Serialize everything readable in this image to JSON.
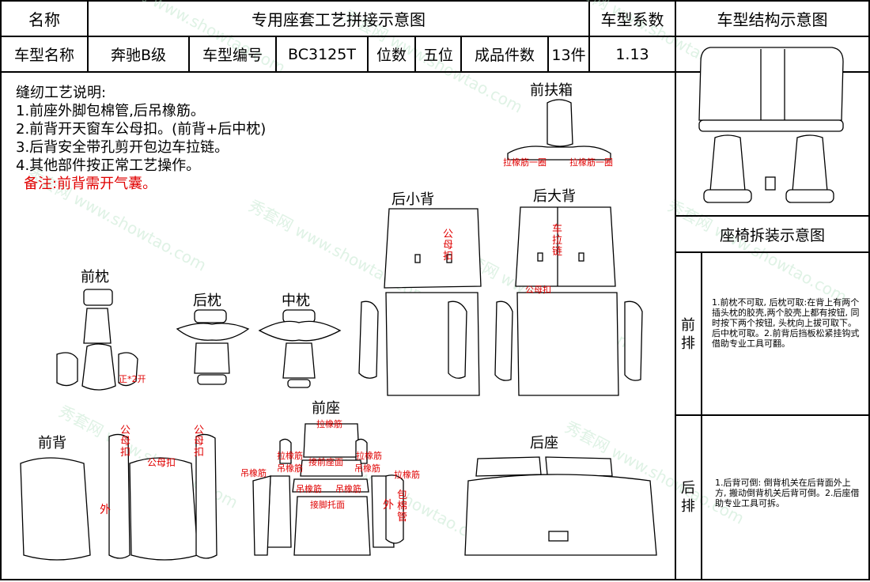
{
  "header": {
    "name_label": "名称",
    "title": "专用座套工艺拼接示意图",
    "coef_label": "车型系数",
    "struct_label": "车型结构示意图"
  },
  "info": {
    "model_name_label": "车型名称",
    "model_name": "奔驰B级",
    "model_no_label": "车型编号",
    "model_no": "BC3125T",
    "seats_label": "位数",
    "seats": "五位",
    "pieces_label": "成品件数",
    "pieces": "13件",
    "coef": "1.13"
  },
  "notes": {
    "title": "缝纫工艺说明:",
    "items": [
      "1.前座外脚包棉管,后吊橡筋。",
      "2.前背开天窗车公母扣。(前背+后中枕)",
      "3.后背安全带孔剪开包边车拉链。",
      "4.其他部件按正常工艺操作。"
    ],
    "remark": "备注:前背需开气囊。"
  },
  "parts": {
    "front_armrest": "前扶箱",
    "rear_small_back": "后小背",
    "rear_big_back": "后大背",
    "front_headrest": "前枕",
    "rear_headrest": "后枕",
    "mid_headrest": "中枕",
    "front_seat": "前座",
    "front_back": "前背",
    "rear_seat": "后座"
  },
  "annotations": {
    "elastic_loop": "拉橡筋一圈",
    "snap": "公母扣",
    "zipper": "车拉链",
    "front_x2": "正*2开",
    "elastic": "拉橡筋",
    "hang_elastic": "吊橡筋",
    "front_seat_face": "接前座面",
    "foot_support": "接脚托面",
    "outer": "外",
    "cotton_tube": "包棉管"
  },
  "side": {
    "disassembly_label": "座椅拆装示意图",
    "front_row_label": "前排",
    "front_row_text": "1.前枕不可取, 后枕可取:在背上有两个插头枕的胶壳,两个胶壳上都有按钮, 同时按下两个按钮, 头枕向上拔可取下。后中枕可取。2.前背后挡板松紧挂钩式借助专业工具可翻。",
    "rear_row_label": "后排",
    "rear_row_text": "1.后背可倒: 倒背机关在后背面外上方, 搬动倒背机关后背可倒。2.后座借助专业工具可拆。"
  },
  "watermark": "秀套网 www.showtao.com",
  "colors": {
    "annotation": "#e00000",
    "watermark": "#b9e3c6"
  }
}
